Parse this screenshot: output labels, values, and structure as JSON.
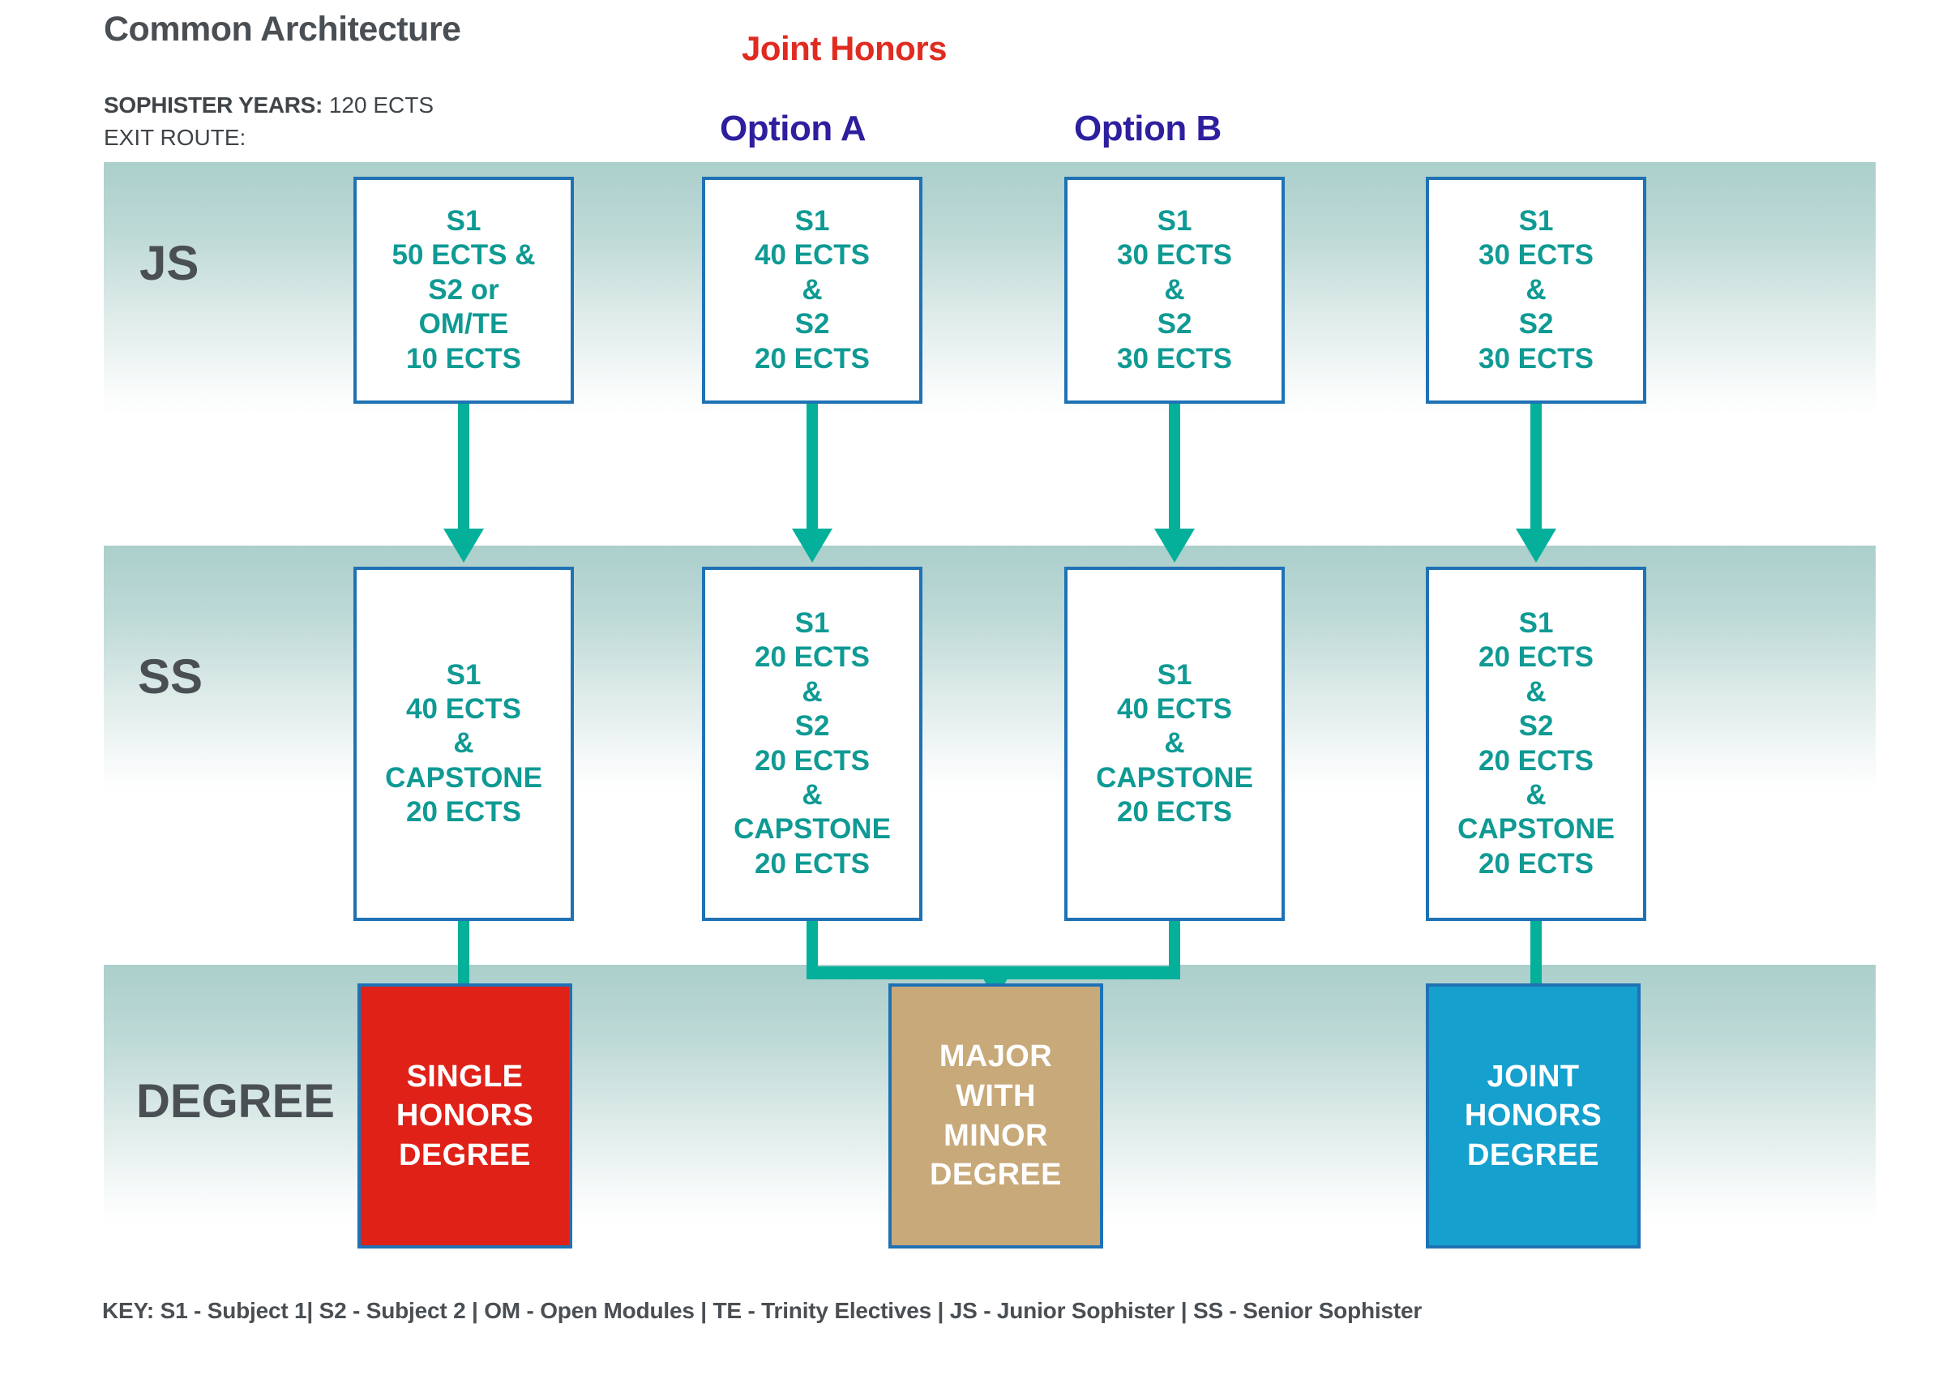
{
  "header": {
    "title": "Common Architecture",
    "joint_honors_title": "Joint Honors",
    "sophister_label": "SOPHISTER YEARS:",
    "sophister_value": "120 ECTS",
    "exit_route_label": "EXIT ROUTE:",
    "option_a": "Option A",
    "option_b": "Option B"
  },
  "rows": {
    "js_label": "JS",
    "ss_label": "SS",
    "degree_label": "DEGREE"
  },
  "js_boxes": [
    {
      "lines": [
        "S1",
        "50 ECTS &",
        "S2 or",
        "OM/TE",
        "10 ECTS"
      ]
    },
    {
      "lines": [
        "S1",
        "40 ECTS",
        "&",
        "S2",
        "20 ECTS"
      ]
    },
    {
      "lines": [
        "S1",
        "30 ECTS",
        "&",
        "S2",
        "30 ECTS"
      ]
    },
    {
      "lines": [
        "S1",
        "30 ECTS",
        "&",
        "S2",
        "30 ECTS"
      ]
    }
  ],
  "ss_boxes": [
    {
      "lines": [
        "S1",
        "40 ECTS",
        "&",
        "CAPSTONE",
        "20 ECTS"
      ]
    },
    {
      "lines": [
        "S1",
        "20 ECTS",
        "&",
        "S2",
        "20 ECTS",
        "&",
        "CAPSTONE",
        "20 ECTS"
      ]
    },
    {
      "lines": [
        "S1",
        "40 ECTS",
        "&",
        "CAPSTONE",
        "20 ECTS"
      ]
    },
    {
      "lines": [
        "S1",
        "20 ECTS",
        "&",
        "S2",
        "20 ECTS",
        "&",
        "CAPSTONE",
        "20 ECTS"
      ]
    }
  ],
  "degree_boxes": [
    {
      "lines": [
        "SINGLE",
        "HONORS",
        "DEGREE"
      ],
      "color": "#e02118"
    },
    {
      "lines": [
        "MAJOR",
        "WITH",
        "MINOR",
        "DEGREE"
      ],
      "color": "#c8a97a"
    },
    {
      "lines": [
        "JOINT",
        "HONORS",
        "DEGREE"
      ],
      "color": "#16a0ce"
    }
  ],
  "key": {
    "text": "KEY: S1 - Subject 1| S2 - Subject 2 | OM - Open Modules | TE - Trinity Electives | JS - Junior Sophister | SS - Senior Sophister"
  },
  "colors": {
    "teal_text": "#0f9a94",
    "box_border": "#1f72b4",
    "connector": "#04b09a",
    "band_top": "#abcfcb",
    "title_gray": "#4a4f54",
    "joint_red": "#e02b20",
    "option_navy": "#2d1f9e"
  }
}
